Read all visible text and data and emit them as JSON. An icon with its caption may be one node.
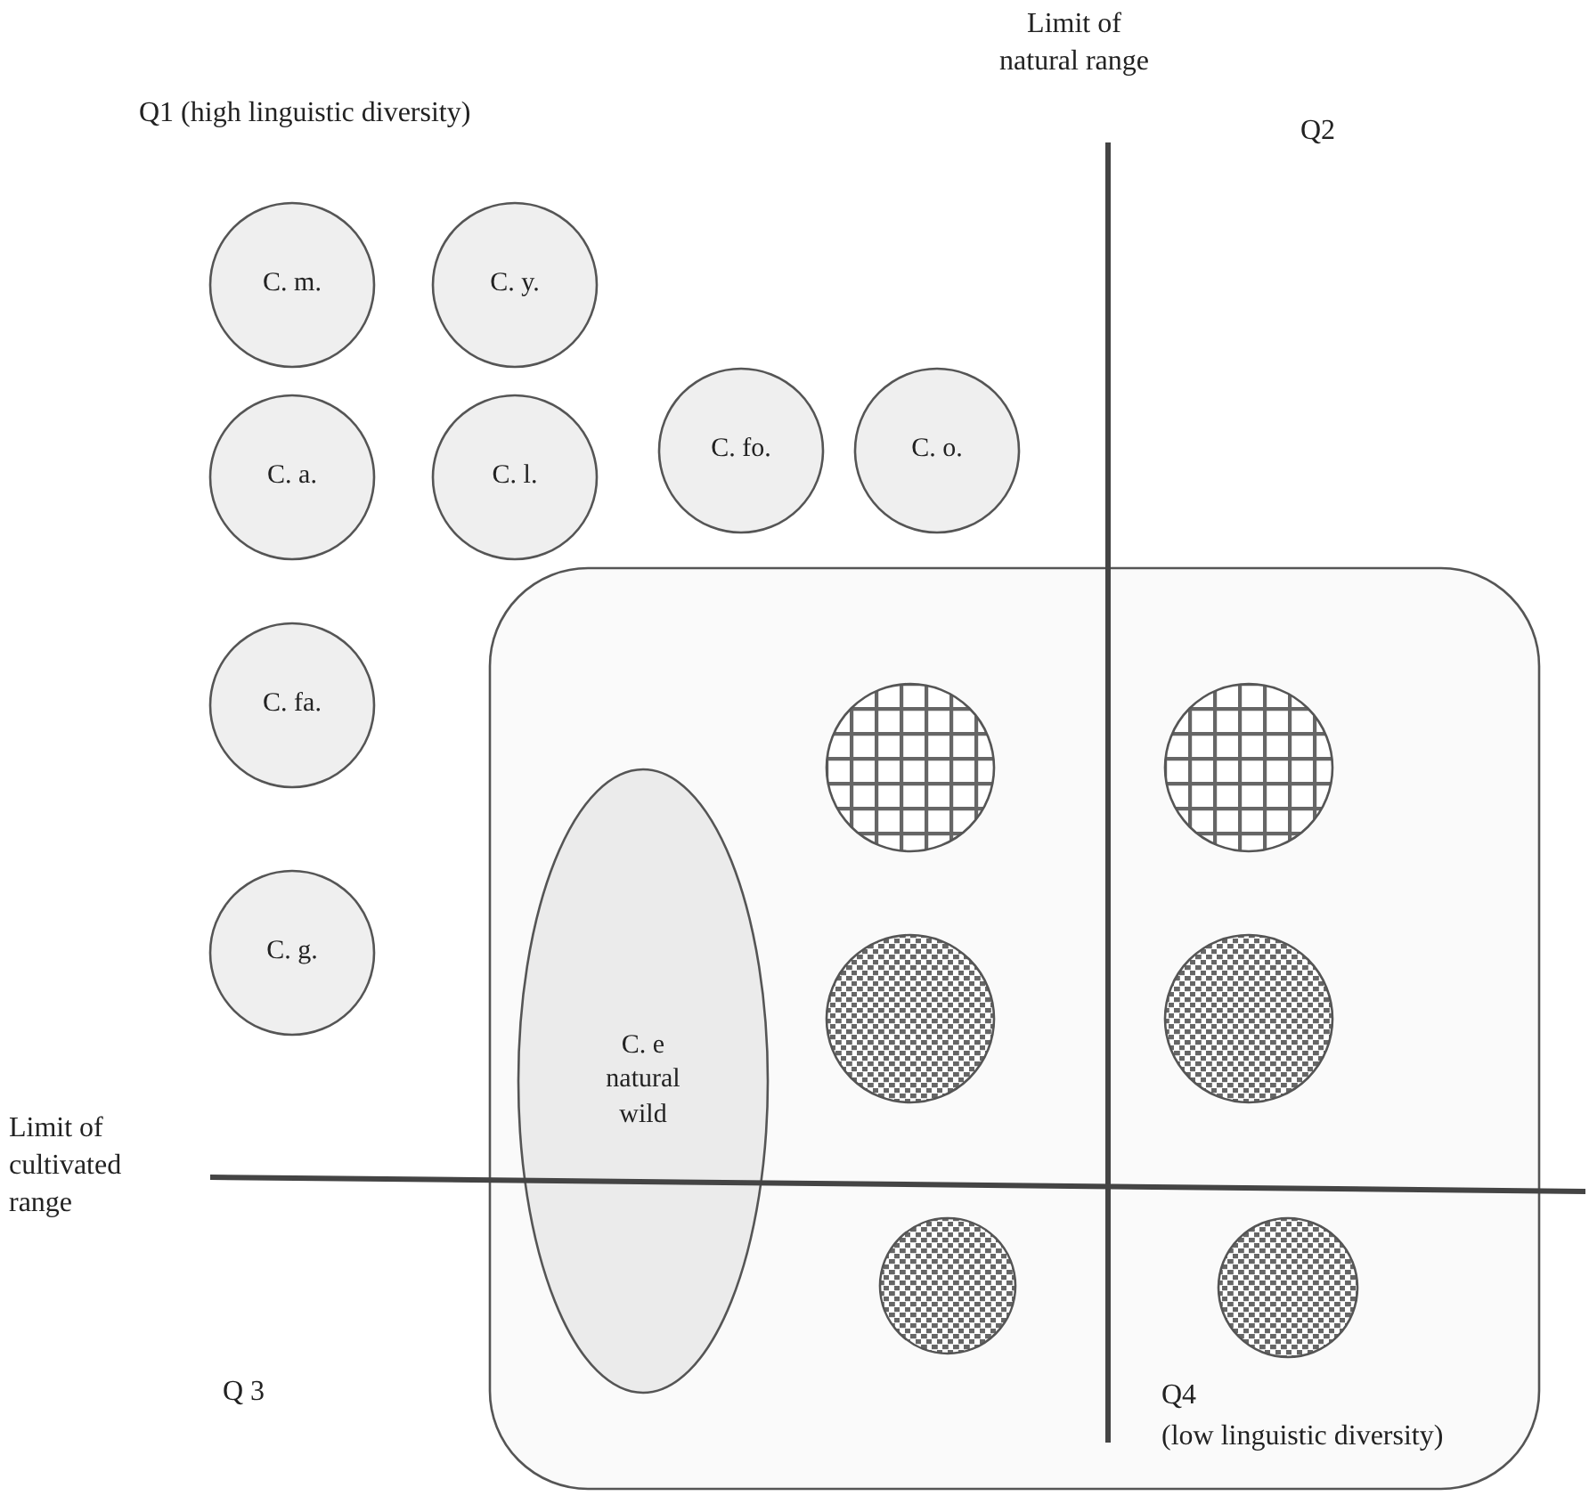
{
  "diagram": {
    "nodes": [
      {
        "text": [
          "C. m."
        ]
      },
      {
        "text": [
          "C. y."
        ]
      },
      {
        "text": [
          "C. a."
        ]
      },
      {
        "text": [
          "C. l."
        ]
      },
      {
        "text": [
          "C. fo."
        ]
      },
      {
        "text": [
          "C. o."
        ]
      },
      {
        "text": [
          "C. fa."
        ]
      },
      {
        "text": [
          "C. g."
        ]
      },
      {
        "text": [],
        "shape": "box"
      },
      {
        "text": [
          "C. e natural wild"
        ],
        "in": 8
      },
      {
        "text": [],
        "shape": "circle",
        "in": 8
      },
      {
        "text": [],
        "shape": "circle",
        "in": 8
      },
      {
        "text": [],
        "shape": "circle",
        "in": 8
      },
      {
        "text": [],
        "shape": "circle",
        "in": 8
      },
      {
        "text": [],
        "shape": "circle",
        "in": 8
      },
      {
        "text": [],
        "shape": "circle",
        "in": 8
      }
    ],
    "labels": [
      "Limit of natural range",
      "Q1 (high linguistic diversity)",
      "Q2",
      "Limit of cultivated range",
      "Q 3",
      "Q4",
      "(low linguistic diversity)"
    ]
  }
}
